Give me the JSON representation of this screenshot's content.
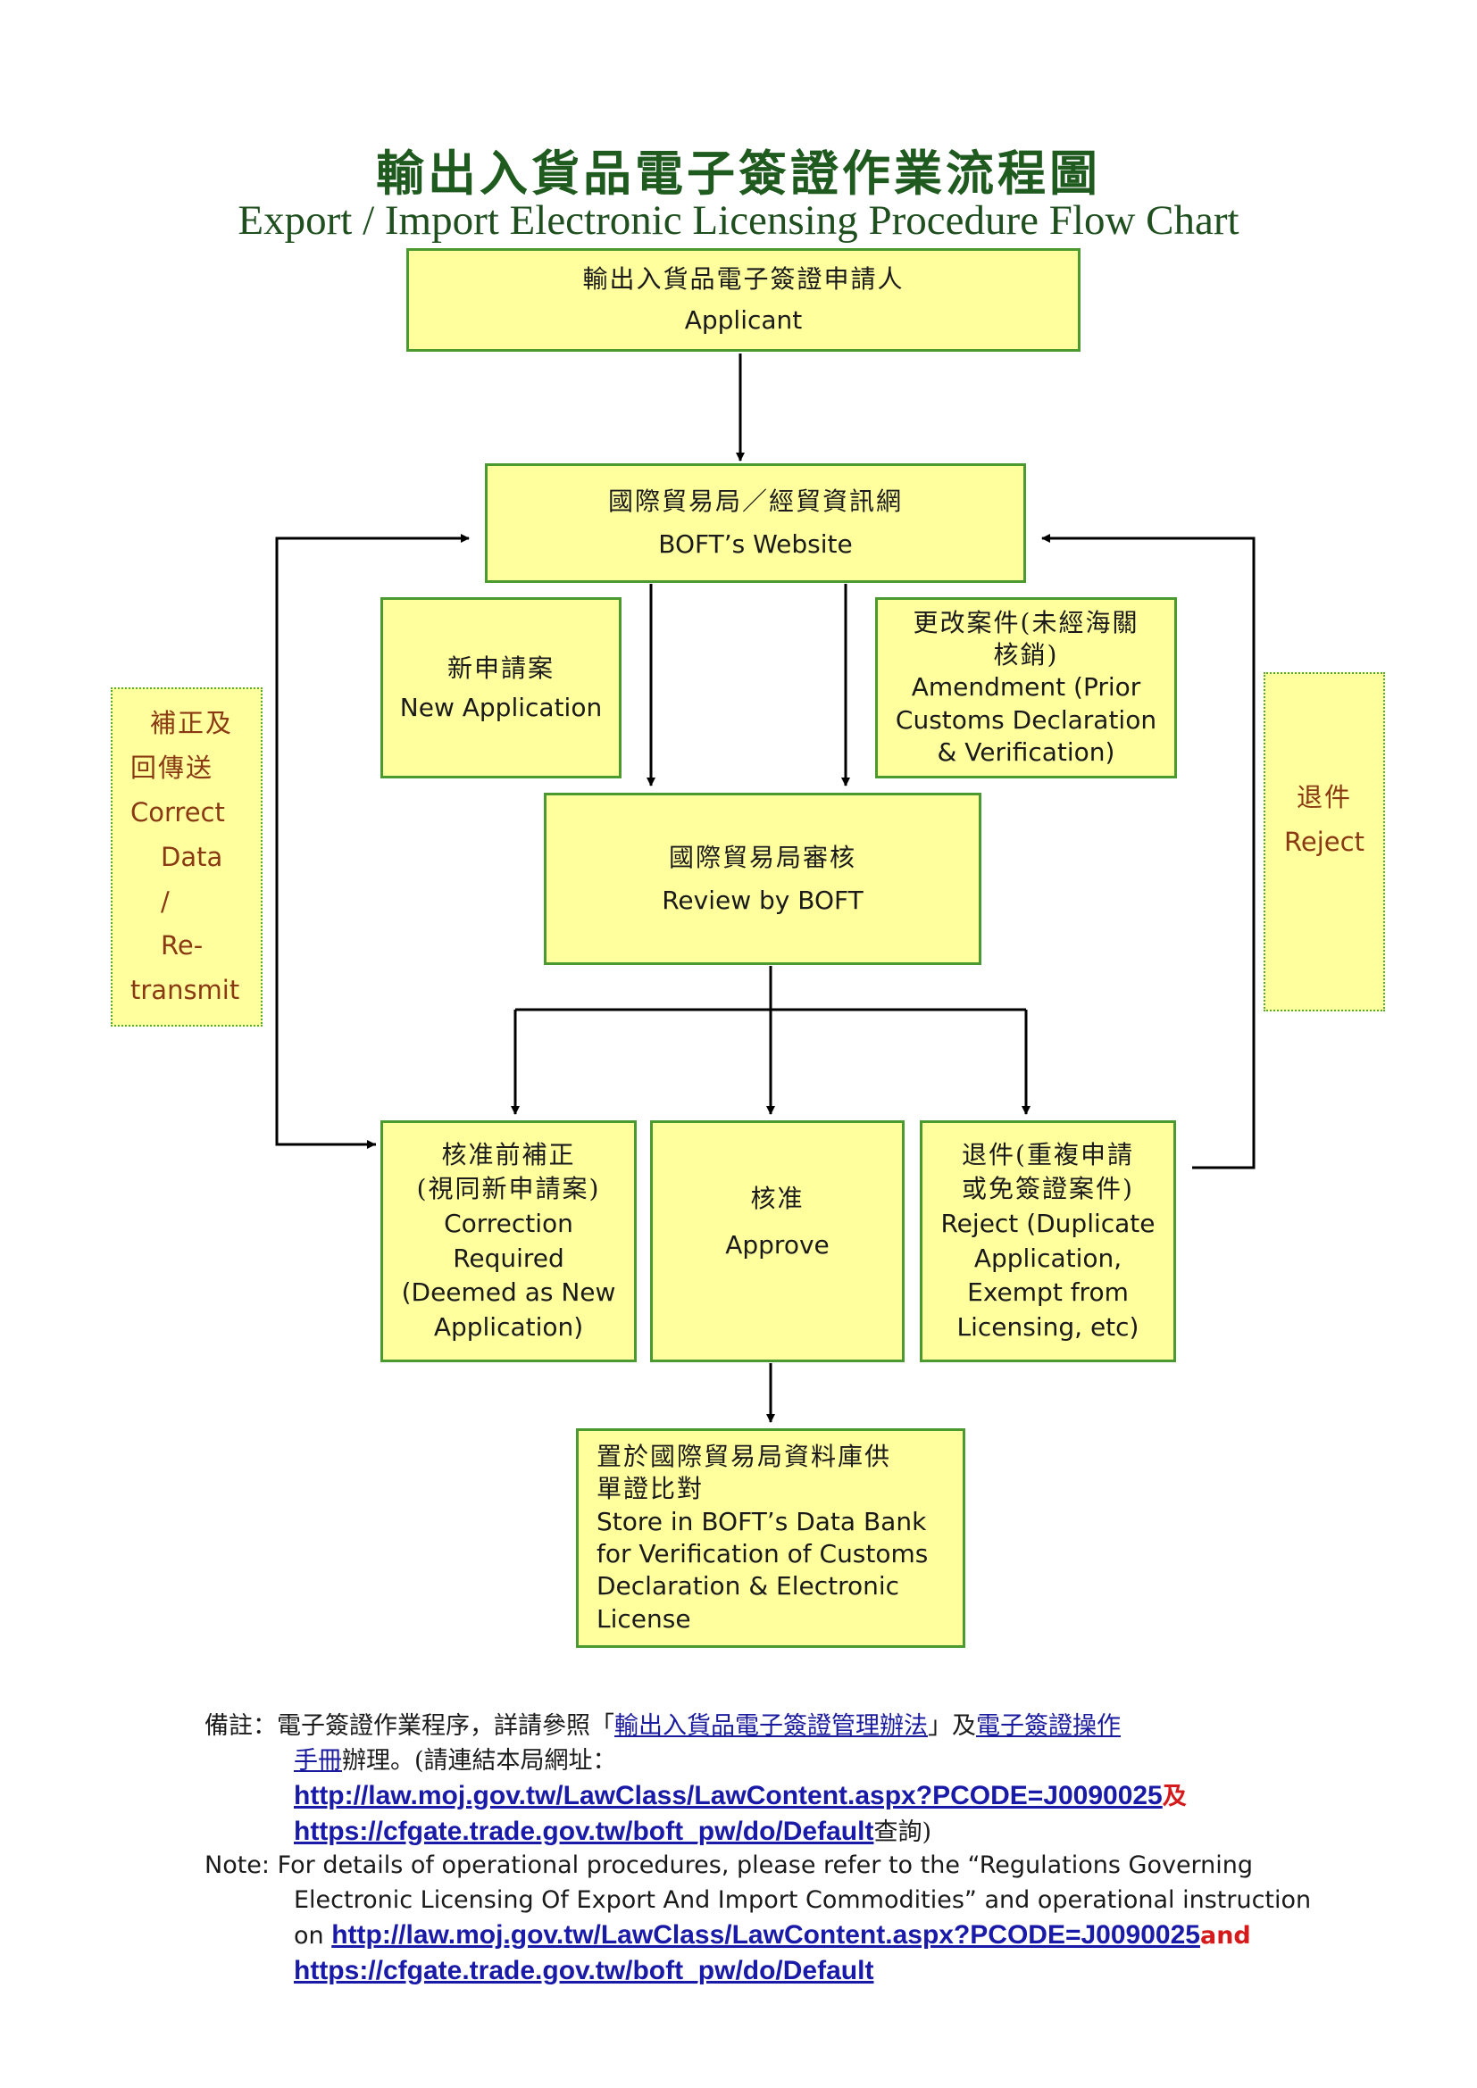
{
  "title_zh": "輸出入貨品電子簽證作業流程圖",
  "title_en": "Export / Import Electronic Licensing Procedure Flow Chart",
  "nodes": {
    "applicant": {
      "zh": "輸出入貨品電子簽證申請人",
      "en": "Applicant"
    },
    "website": {
      "zh": "國際貿易局／經貿資訊網",
      "en": "BOFT’s Website"
    },
    "new_application": {
      "zh": "新申請案",
      "en": "New Application"
    },
    "amendment": {
      "zh1": "更改案件(未經海關",
      "zh2": "核銷)",
      "en1": "Amendment (Prior",
      "en2": "Customs Declaration",
      "en3": "& Verification)"
    },
    "review": {
      "zh": "國際貿易局審核",
      "en": "Review by BOFT"
    },
    "correction": {
      "zh1": "核准前補正",
      "zh2": "(視同新申請案)",
      "en1": "Correction",
      "en2": "Required",
      "en3": "(Deemed as New",
      "en4": "Application)"
    },
    "approve": {
      "zh": "核准",
      "en": "Approve"
    },
    "reject_dup": {
      "zh1": "退件(重複申請",
      "zh2": "或免簽證案件)",
      "en1": "Reject (Duplicate",
      "en2": "Application,",
      "en3": "Exempt from",
      "en4": "Licensing, etc)"
    },
    "store": {
      "zh1": "置於國際貿易局資料庫供",
      "zh2": "單證比對",
      "en1": "Store in BOFT’s Data Bank",
      "en2": "for Verification of Customs",
      "en3": "Declaration & Electronic",
      "en4": "License"
    }
  },
  "side_labels": {
    "correct": {
      "zh1": "補正及",
      "zh2": "回傳送",
      "en1": "Correct",
      "en2": "Data",
      "en3": "/",
      "en4": "Re-",
      "en5": "transmit"
    },
    "reject": {
      "zh": "退件",
      "en": "Reject"
    }
  },
  "note": {
    "zh_prefix": "備註：電子簽證作業程序，詳請參照「",
    "zh_link1": "輸出入貨品電子簽證管理辦法",
    "zh_mid": "」及",
    "zh_link2a": "電子簽證操作",
    "zh_link2b": "手冊",
    "zh_after": "辦理。(請連結本局網址：",
    "url1": "http://law.moj.gov.tw/LawClass/LawContent.aspx?PCODE=J0090025",
    "zh_and": "及",
    "url2": "https://cfgate.trade.gov.tw/boft_pw/do/Default",
    "zh_end": "查詢)",
    "en_line1": "Note: For details of operational procedures, please refer to the “Regulations Governing",
    "en_line2": "Electronic Licensing Of Export And Import Commodities” and operational instruction",
    "en_on": "on ",
    "en_and": "and"
  }
}
